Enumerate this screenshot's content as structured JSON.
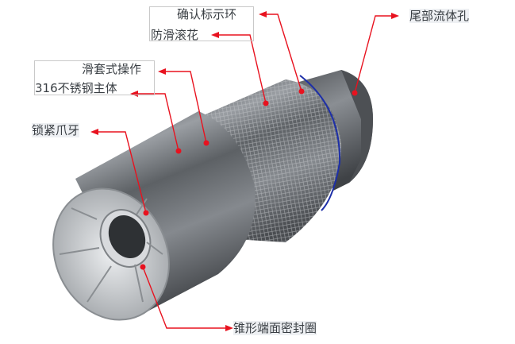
{
  "diagram": {
    "subject": "quick connector cutaway illustration",
    "colors": {
      "leader_line": "#e8121f",
      "seal_ring": "#1d2fa8",
      "body_metal": "#6e7276"
    },
    "labels": [
      {
        "id": "confirm-ring",
        "text": "确认标示环"
      },
      {
        "id": "anti-slip-knurl",
        "text": "防滑滚花"
      },
      {
        "id": "tail-fluid-hole",
        "text": "尾部流体孔"
      },
      {
        "id": "sliding-sleeve",
        "text": "滑套式操作"
      },
      {
        "id": "stainless-body",
        "text": "316不锈钢主体"
      },
      {
        "id": "locking-claw",
        "text": "锁紧爪牙"
      },
      {
        "id": "cone-seal",
        "text": "锥形端面密封圈"
      }
    ]
  }
}
